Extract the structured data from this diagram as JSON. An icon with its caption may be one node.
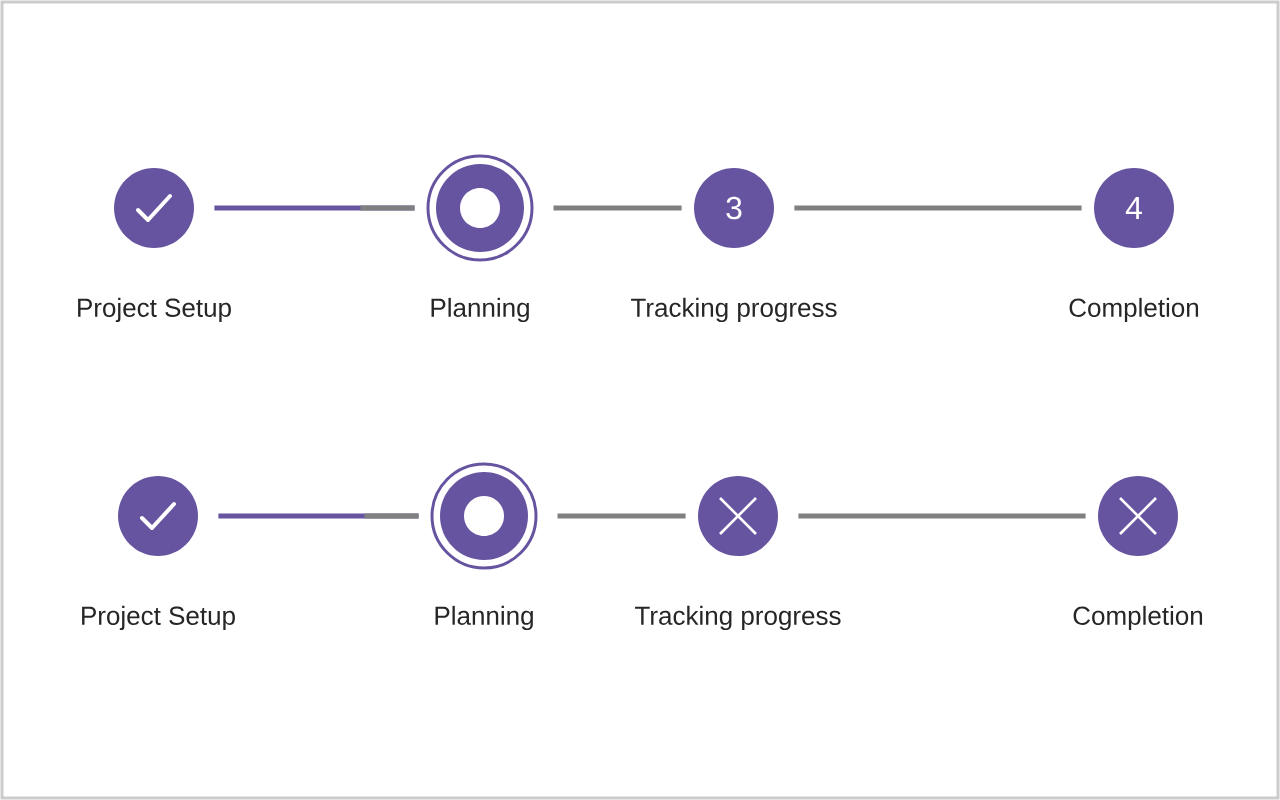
{
  "diagram": {
    "nodes": [
      {
        "text": [],
        "shape": "circle",
        "beside": [
          "Project Setup"
        ]
      },
      {
        "text": [],
        "shape": "circle",
        "beside": [
          "Planning"
        ]
      },
      {
        "text": [
          "3"
        ],
        "beside": [
          "Tracking progress"
        ]
      },
      {
        "text": [
          "4"
        ],
        "beside": [
          "Completion"
        ]
      },
      {
        "text": [],
        "shape": "circle",
        "beside": [
          "Project Setup"
        ]
      },
      {
        "text": [],
        "shape": "circle",
        "beside": [
          "Planning"
        ]
      },
      {
        "text": [],
        "shape": "circle",
        "beside": [
          "Tracking progress"
        ]
      },
      {
        "text": [],
        "shape": "circle",
        "beside": [
          "Completion"
        ]
      }
    ],
    "edges": [
      {
        "from": 0,
        "to": 1,
        "arrow": "none",
        "color": "#6654a0"
      },
      {
        "from": 1,
        "to": 2,
        "arrow": "none"
      },
      {
        "from": 2,
        "to": 3,
        "arrow": "none"
      },
      {
        "from": 4,
        "to": 5,
        "arrow": "none",
        "color": "#6654a0"
      },
      {
        "from": 5,
        "to": 6,
        "arrow": "none"
      },
      {
        "from": 6,
        "to": 7,
        "arrow": "none"
      }
    ]
  }
}
